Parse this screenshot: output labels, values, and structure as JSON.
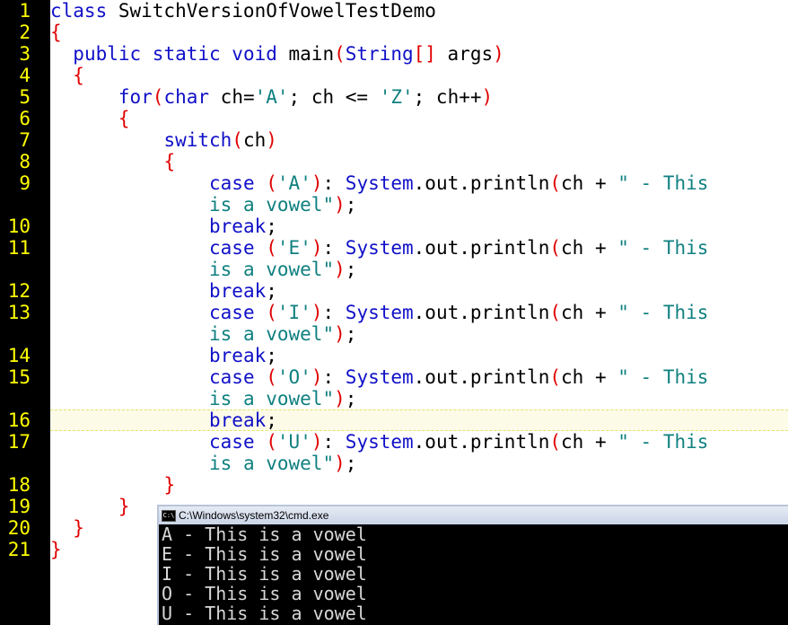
{
  "colors": {
    "keyword": "#1010c8",
    "plain": "#000000",
    "brace": "#e00000",
    "string": "#108080",
    "class_ref": "#1010c8",
    "line_number": "#ffff00",
    "current_line_bg": "#fbfbe8"
  },
  "editor": {
    "current_line": 16,
    "lines": [
      {
        "num": "1",
        "tokens": [
          {
            "t": "class",
            "c": "keyword"
          },
          {
            "t": " SwitchVersionOfVowelTestDemo",
            "c": "plain"
          }
        ]
      },
      {
        "num": "2",
        "tokens": [
          {
            "t": "{",
            "c": "brace"
          }
        ]
      },
      {
        "num": "3",
        "tokens": [
          {
            "t": "  ",
            "c": "plain"
          },
          {
            "t": "public static void",
            "c": "keyword"
          },
          {
            "t": " main",
            "c": "plain"
          },
          {
            "t": "(",
            "c": "brace"
          },
          {
            "t": "String",
            "c": "class_ref"
          },
          {
            "t": "[]",
            "c": "brace"
          },
          {
            "t": " args",
            "c": "plain"
          },
          {
            "t": ")",
            "c": "brace"
          }
        ]
      },
      {
        "num": "4",
        "tokens": [
          {
            "t": "  ",
            "c": "plain"
          },
          {
            "t": "{",
            "c": "brace"
          }
        ]
      },
      {
        "num": "5",
        "tokens": [
          {
            "t": "      ",
            "c": "plain"
          },
          {
            "t": "for",
            "c": "keyword"
          },
          {
            "t": "(",
            "c": "brace"
          },
          {
            "t": "char",
            "c": "keyword"
          },
          {
            "t": " ch=",
            "c": "plain"
          },
          {
            "t": "'A'",
            "c": "string"
          },
          {
            "t": "; ch <= ",
            "c": "plain"
          },
          {
            "t": "'Z'",
            "c": "string"
          },
          {
            "t": "; ch++",
            "c": "plain"
          },
          {
            "t": ")",
            "c": "brace"
          }
        ]
      },
      {
        "num": "6",
        "tokens": [
          {
            "t": "      ",
            "c": "plain"
          },
          {
            "t": "{",
            "c": "brace"
          }
        ]
      },
      {
        "num": "7",
        "tokens": [
          {
            "t": "          ",
            "c": "plain"
          },
          {
            "t": "switch",
            "c": "keyword"
          },
          {
            "t": "(",
            "c": "brace"
          },
          {
            "t": "ch",
            "c": "plain"
          },
          {
            "t": ")",
            "c": "brace"
          }
        ]
      },
      {
        "num": "8",
        "tokens": [
          {
            "t": "          ",
            "c": "plain"
          },
          {
            "t": "{",
            "c": "brace"
          }
        ]
      },
      {
        "num": "9",
        "tokens": [
          {
            "t": "              ",
            "c": "plain"
          },
          {
            "t": "case",
            "c": "keyword"
          },
          {
            "t": " ",
            "c": "plain"
          },
          {
            "t": "(",
            "c": "brace"
          },
          {
            "t": "'A'",
            "c": "string"
          },
          {
            "t": ")",
            "c": "brace"
          },
          {
            "t": ": ",
            "c": "plain"
          },
          {
            "t": "System",
            "c": "class_ref"
          },
          {
            "t": ".out.println",
            "c": "plain"
          },
          {
            "t": "(",
            "c": "brace"
          },
          {
            "t": "ch + ",
            "c": "plain"
          },
          {
            "t": "\" - This",
            "c": "string"
          }
        ]
      },
      {
        "num": "",
        "tokens": [
          {
            "t": "              ",
            "c": "plain"
          },
          {
            "t": "is a vowel\"",
            "c": "string"
          },
          {
            "t": ")",
            "c": "brace"
          },
          {
            "t": ";",
            "c": "plain"
          }
        ]
      },
      {
        "num": "10",
        "tokens": [
          {
            "t": "              ",
            "c": "plain"
          },
          {
            "t": "break",
            "c": "keyword"
          },
          {
            "t": ";",
            "c": "plain"
          }
        ]
      },
      {
        "num": "11",
        "tokens": [
          {
            "t": "              ",
            "c": "plain"
          },
          {
            "t": "case",
            "c": "keyword"
          },
          {
            "t": " ",
            "c": "plain"
          },
          {
            "t": "(",
            "c": "brace"
          },
          {
            "t": "'E'",
            "c": "string"
          },
          {
            "t": ")",
            "c": "brace"
          },
          {
            "t": ": ",
            "c": "plain"
          },
          {
            "t": "System",
            "c": "class_ref"
          },
          {
            "t": ".out.println",
            "c": "plain"
          },
          {
            "t": "(",
            "c": "brace"
          },
          {
            "t": "ch + ",
            "c": "plain"
          },
          {
            "t": "\" - This",
            "c": "string"
          }
        ]
      },
      {
        "num": "",
        "tokens": [
          {
            "t": "              ",
            "c": "plain"
          },
          {
            "t": "is a vowel\"",
            "c": "string"
          },
          {
            "t": ")",
            "c": "brace"
          },
          {
            "t": ";",
            "c": "plain"
          }
        ]
      },
      {
        "num": "12",
        "tokens": [
          {
            "t": "              ",
            "c": "plain"
          },
          {
            "t": "break",
            "c": "keyword"
          },
          {
            "t": ";",
            "c": "plain"
          }
        ]
      },
      {
        "num": "13",
        "tokens": [
          {
            "t": "              ",
            "c": "plain"
          },
          {
            "t": "case",
            "c": "keyword"
          },
          {
            "t": " ",
            "c": "plain"
          },
          {
            "t": "(",
            "c": "brace"
          },
          {
            "t": "'I'",
            "c": "string"
          },
          {
            "t": ")",
            "c": "brace"
          },
          {
            "t": ": ",
            "c": "plain"
          },
          {
            "t": "System",
            "c": "class_ref"
          },
          {
            "t": ".out.println",
            "c": "plain"
          },
          {
            "t": "(",
            "c": "brace"
          },
          {
            "t": "ch + ",
            "c": "plain"
          },
          {
            "t": "\" - This",
            "c": "string"
          }
        ]
      },
      {
        "num": "",
        "tokens": [
          {
            "t": "              ",
            "c": "plain"
          },
          {
            "t": "is a vowel\"",
            "c": "string"
          },
          {
            "t": ")",
            "c": "brace"
          },
          {
            "t": ";",
            "c": "plain"
          }
        ]
      },
      {
        "num": "14",
        "tokens": [
          {
            "t": "              ",
            "c": "plain"
          },
          {
            "t": "break",
            "c": "keyword"
          },
          {
            "t": ";",
            "c": "plain"
          }
        ]
      },
      {
        "num": "15",
        "tokens": [
          {
            "t": "              ",
            "c": "plain"
          },
          {
            "t": "case",
            "c": "keyword"
          },
          {
            "t": " ",
            "c": "plain"
          },
          {
            "t": "(",
            "c": "brace"
          },
          {
            "t": "'O'",
            "c": "string"
          },
          {
            "t": ")",
            "c": "brace"
          },
          {
            "t": ": ",
            "c": "plain"
          },
          {
            "t": "System",
            "c": "class_ref"
          },
          {
            "t": ".out.println",
            "c": "plain"
          },
          {
            "t": "(",
            "c": "brace"
          },
          {
            "t": "ch + ",
            "c": "plain"
          },
          {
            "t": "\" - This",
            "c": "string"
          }
        ]
      },
      {
        "num": "",
        "tokens": [
          {
            "t": "              ",
            "c": "plain"
          },
          {
            "t": "is a vowel\"",
            "c": "string"
          },
          {
            "t": ")",
            "c": "brace"
          },
          {
            "t": ";",
            "c": "plain"
          }
        ]
      },
      {
        "num": "16",
        "tokens": [
          {
            "t": "              ",
            "c": "plain"
          },
          {
            "t": "break",
            "c": "keyword"
          },
          {
            "t": ";",
            "c": "plain"
          }
        ]
      },
      {
        "num": "17",
        "tokens": [
          {
            "t": "              ",
            "c": "plain"
          },
          {
            "t": "case",
            "c": "keyword"
          },
          {
            "t": " ",
            "c": "plain"
          },
          {
            "t": "(",
            "c": "brace"
          },
          {
            "t": "'U'",
            "c": "string"
          },
          {
            "t": ")",
            "c": "brace"
          },
          {
            "t": ": ",
            "c": "plain"
          },
          {
            "t": "System",
            "c": "class_ref"
          },
          {
            "t": ".out.println",
            "c": "plain"
          },
          {
            "t": "(",
            "c": "brace"
          },
          {
            "t": "ch + ",
            "c": "plain"
          },
          {
            "t": "\" - This",
            "c": "string"
          }
        ]
      },
      {
        "num": "",
        "tokens": [
          {
            "t": "              ",
            "c": "plain"
          },
          {
            "t": "is a vowel\"",
            "c": "string"
          },
          {
            "t": ")",
            "c": "brace"
          },
          {
            "t": ";",
            "c": "plain"
          }
        ]
      },
      {
        "num": "18",
        "tokens": [
          {
            "t": "          ",
            "c": "plain"
          },
          {
            "t": "}",
            "c": "brace"
          }
        ]
      },
      {
        "num": "19",
        "tokens": [
          {
            "t": "      ",
            "c": "plain"
          },
          {
            "t": "}",
            "c": "brace"
          }
        ]
      },
      {
        "num": "20",
        "tokens": [
          {
            "t": "  ",
            "c": "plain"
          },
          {
            "t": "}",
            "c": "brace"
          }
        ]
      },
      {
        "num": "21",
        "tokens": [
          {
            "t": "}",
            "c": "brace"
          }
        ]
      }
    ]
  },
  "console": {
    "title": "C:\\Windows\\system32\\cmd.exe",
    "icon": "cmd-window-icon",
    "output": [
      "A - This is a vowel",
      "E - This is a vowel",
      "I - This is a vowel",
      "O - This is a vowel",
      "U - This is a vowel"
    ]
  }
}
